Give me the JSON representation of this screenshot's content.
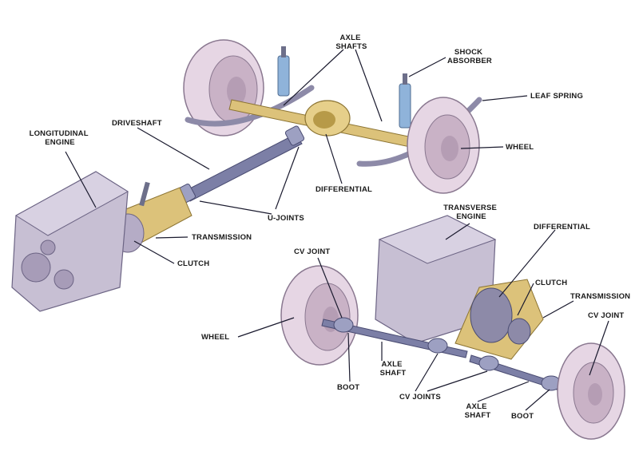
{
  "labels": {
    "axle_shafts": [
      "AXLE",
      "SHAFTS"
    ],
    "shock_absorber": [
      "SHOCK",
      "ABSORBER"
    ],
    "leaf_spring": "LEAF SPRING",
    "wheel_top": "WHEEL",
    "differential_top": "DIFFERENTIAL",
    "driveshaft": "DRIVESHAFT",
    "longitudinal_engine": [
      "LONGITUDINAL",
      "ENGINE"
    ],
    "u_joints": "U-JOINTS",
    "transmission_top": "TRANSMISSION",
    "clutch_top": "CLUTCH",
    "transverse_engine": [
      "TRANSVERSE",
      "ENGINE"
    ],
    "differential_bottom": "DIFFERENTIAL",
    "clutch_bottom": "CLUTCH",
    "transmission_bottom": "TRANSMISSION",
    "cv_joint_left": "CV JOINT",
    "cv_joint_right": "CV JOINT",
    "wheel_bottom": "WHEEL",
    "axle_shaft_left": [
      "AXLE",
      "SHAFT"
    ],
    "axle_shaft_right": [
      "AXLE",
      "SHAFT"
    ],
    "boot_left": "BOOT",
    "boot_right": "BOOT",
    "cv_joints": "CV JOINTS"
  },
  "colors": {
    "tire": "#e6d6e4",
    "tire_shade": "#c9b2c6",
    "engine": "#c7bfd3",
    "engine_shade": "#a79cb8",
    "axle_gold": "#dcc27a",
    "shaft": "#7c7fa6",
    "spring": "#8d8aa8",
    "shock": "#8fb3da"
  }
}
